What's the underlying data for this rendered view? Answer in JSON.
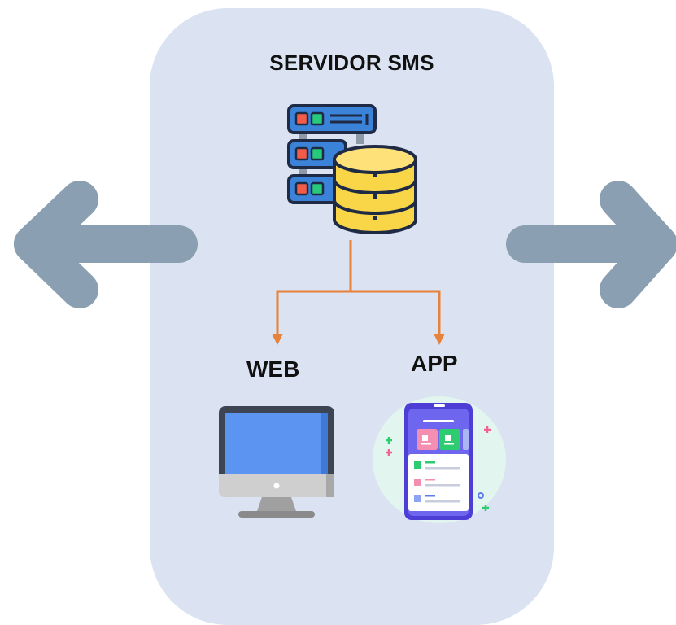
{
  "diagram": {
    "title": "SERVIDOR SMS",
    "web_label": "WEB",
    "app_label": "APP"
  },
  "icons": {
    "server": "server-database-icon",
    "web": "desktop-monitor-icon",
    "app": "mobile-app-icon",
    "left_arrow": "arrow-left-icon",
    "right_arrow": "arrow-right-icon"
  },
  "colors": {
    "panel": "#dbe3f2",
    "arrows": "#8aa0b2",
    "connectors": "#e8823a",
    "server_blue": "#3b82d9",
    "database_yellow": "#f9d648"
  }
}
